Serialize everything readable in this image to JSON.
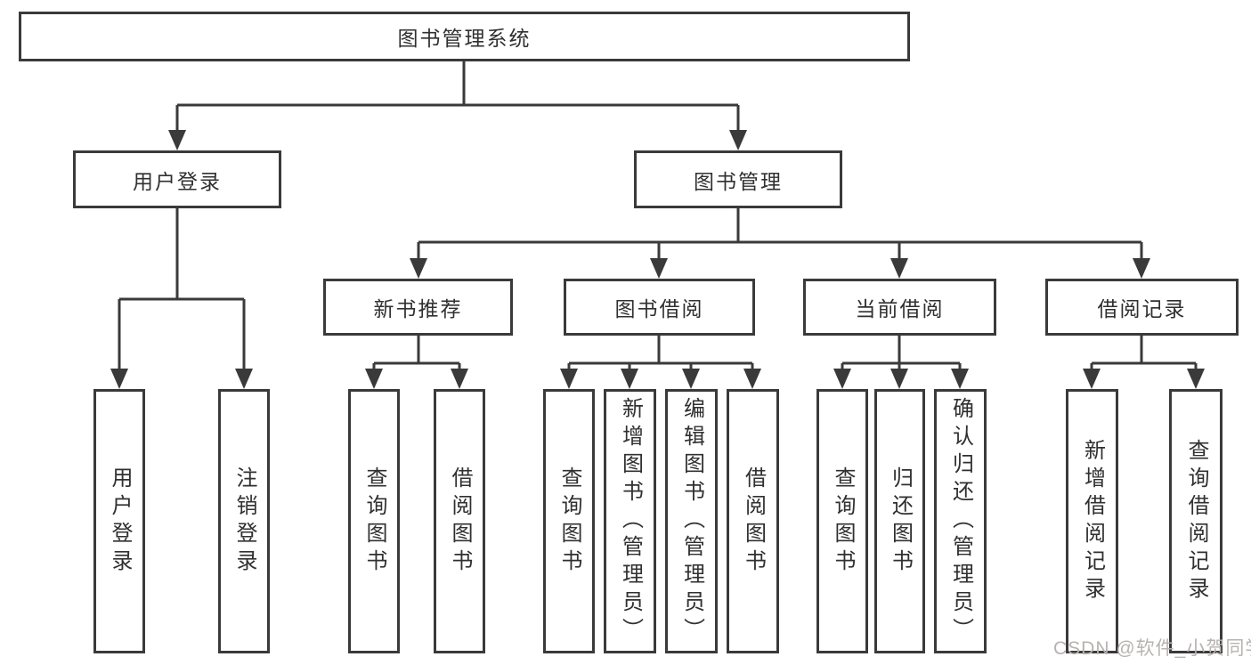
{
  "colors": {
    "line": "#3a3a3a",
    "text": "#303030",
    "watermark": "#b9b2b2",
    "background": "#ffffff"
  },
  "tree": {
    "root": "图书管理系统",
    "user_login": {
      "label": "用户登录",
      "children": [
        "用户登录",
        "注销登录"
      ]
    },
    "book_mgmt": {
      "label": "图书管理",
      "sections": [
        {
          "label": "新书推荐",
          "children": [
            "查询图书",
            "借阅图书"
          ]
        },
        {
          "label": "图书借阅",
          "children": [
            "查询图书",
            "新增图书（管理员）",
            "编辑图书（管理员）",
            "借阅图书"
          ]
        },
        {
          "label": "当前借阅",
          "children": [
            "查询图书",
            "归还图书",
            "确认归还（管理员）"
          ]
        },
        {
          "label": "借阅记录",
          "children": [
            "新增借阅记录",
            "查询借阅记录"
          ]
        }
      ]
    }
  },
  "watermark": "CSDN @软件_小贺同学"
}
